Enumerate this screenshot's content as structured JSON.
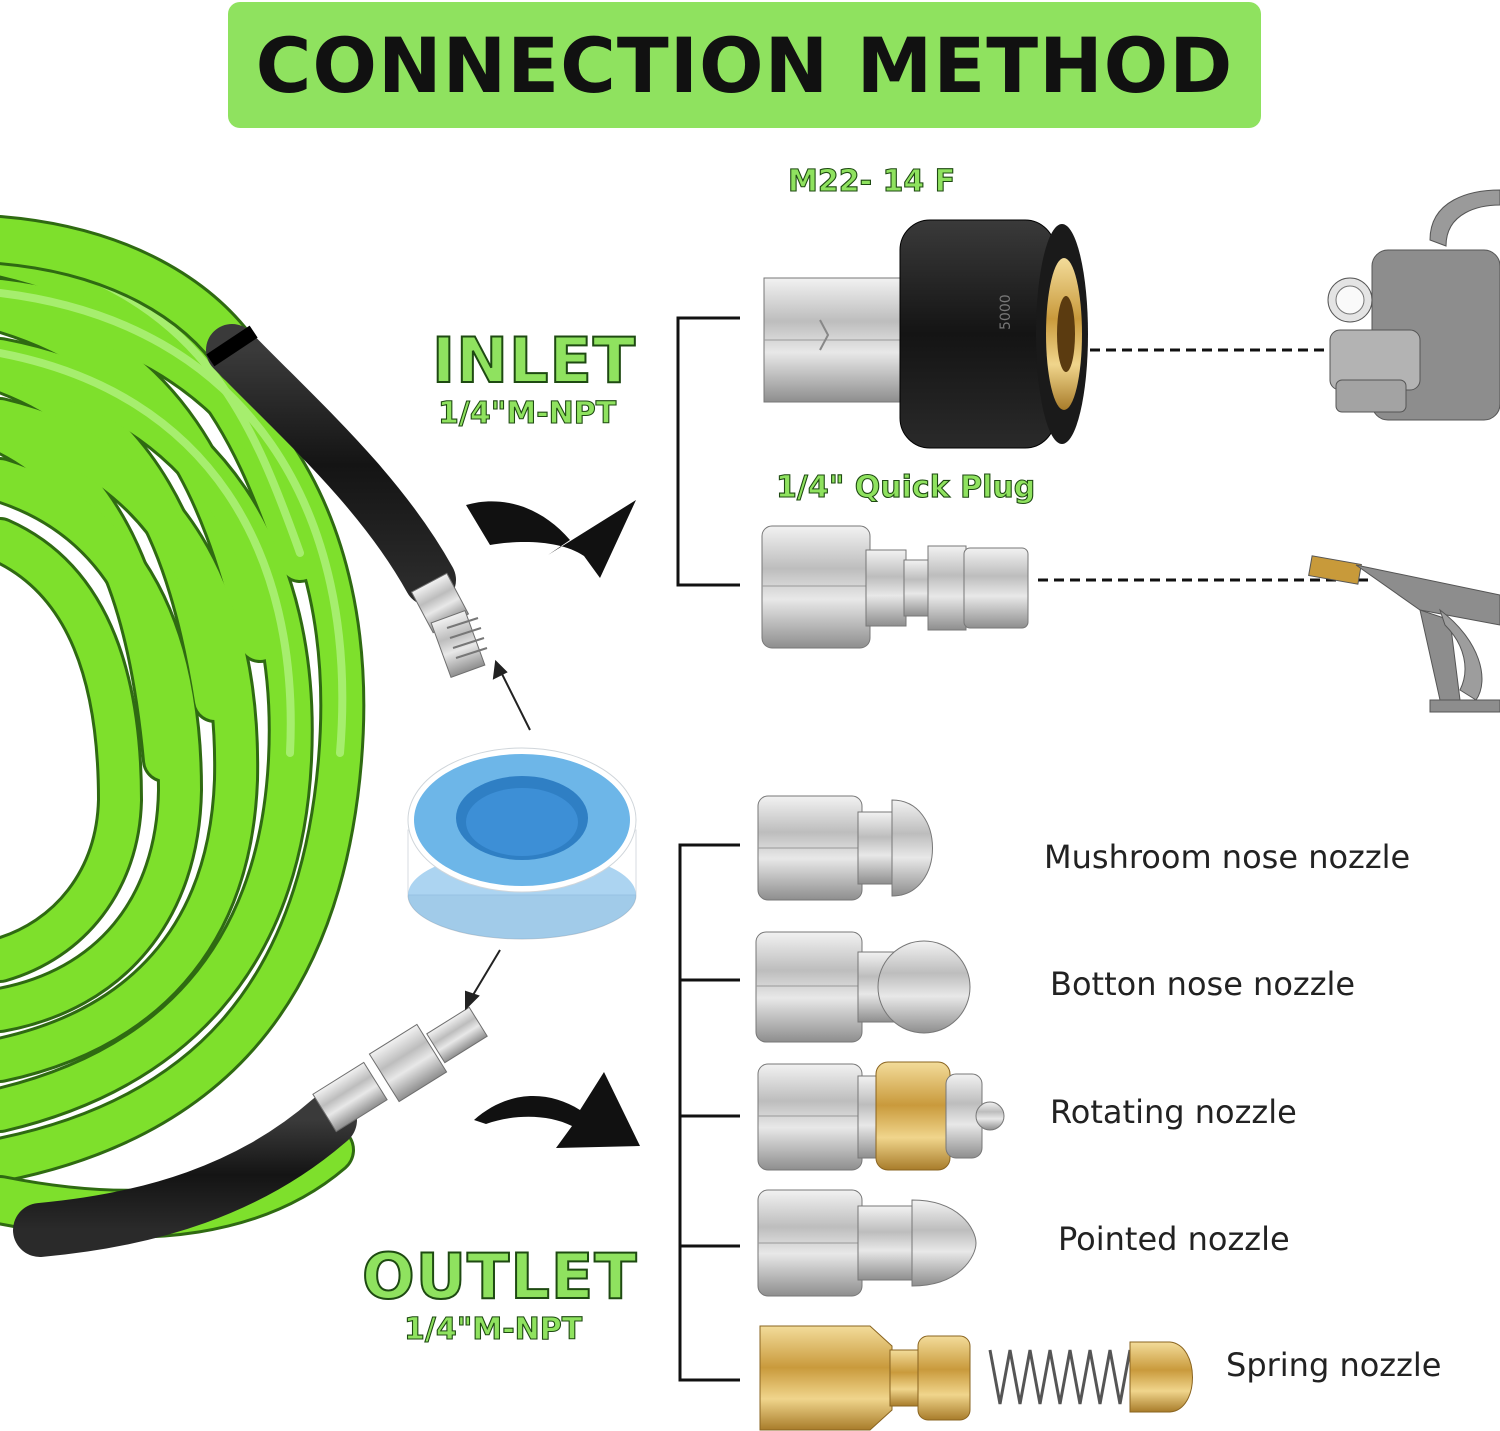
{
  "title": "CONNECTION METHOD",
  "inlet": {
    "title": "INLET",
    "thread": "1/4\"M-NPT"
  },
  "outlet": {
    "title": "OUTLET",
    "thread": "1/4\"M-NPT"
  },
  "fittings": [
    {
      "label": "M22- 14 F",
      "icon": "m22-coupler-icon"
    },
    {
      "label": "1/4\" Quick Plug",
      "icon": "quick-plug-icon"
    }
  ],
  "nozzles": [
    {
      "label": "Mushroom nose nozzle",
      "icon": "mushroom-nozzle-icon"
    },
    {
      "label": "Botton nose nozzle",
      "icon": "button-nozzle-icon"
    },
    {
      "label": "Rotating nozzle",
      "icon": "rotating-nozzle-icon"
    },
    {
      "label": "Pointed nozzle",
      "icon": "pointed-nozzle-icon"
    },
    {
      "label": "Spring nozzle",
      "icon": "spring-nozzle-icon"
    }
  ],
  "colors": {
    "banner": "#8fe25f",
    "hose": "#7ee02c",
    "brass": "#d9b45c",
    "steel": "#c9c9c9",
    "tape_blue": "#6db6e8"
  }
}
